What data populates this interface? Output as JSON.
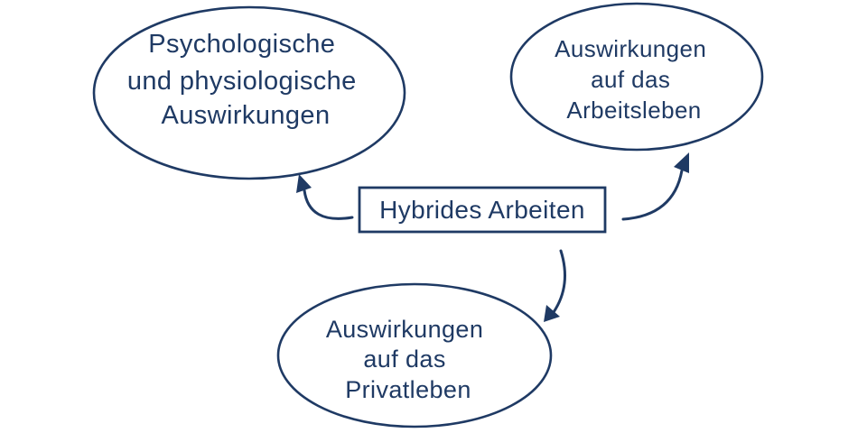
{
  "page": {
    "title": "Hybrides Arbeiten"
  },
  "diagram": {
    "colors": {
      "ink": "#1f3a64",
      "background": "#ffffff"
    },
    "center_box": {
      "label": "Hybrides Arbeiten"
    },
    "nodes": [
      {
        "id": "psychologische-physiologische-auswirkungen",
        "lines": [
          "Psychologische",
          "und physiologische",
          "Auswirkungen"
        ]
      },
      {
        "id": "auswirkungen-arbeitsleben",
        "lines": [
          "Auswirkungen",
          "auf das",
          "Arbeitsleben"
        ]
      },
      {
        "id": "auswirkungen-privatleben",
        "lines": [
          "Auswirkungen",
          "auf das",
          "Privatleben"
        ]
      }
    ],
    "connectors": [
      {
        "from": "Hybrides Arbeiten",
        "to": "Psychologische und physiologische Auswirkungen",
        "direction": "up-left"
      },
      {
        "from": "Hybrides Arbeiten",
        "to": "Auswirkungen auf das Arbeitsleben",
        "direction": "up-right"
      },
      {
        "from": "Hybrides Arbeiten",
        "to": "Auswirkungen auf das Privatleben",
        "direction": "down"
      }
    ]
  }
}
